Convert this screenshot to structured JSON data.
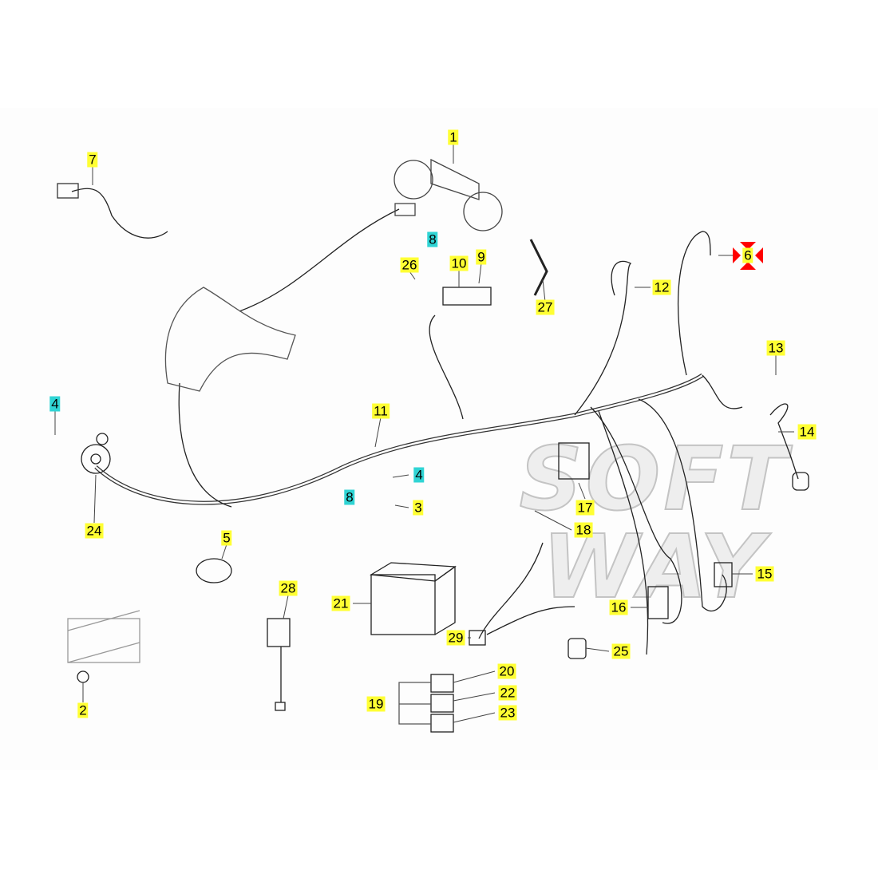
{
  "diagram": {
    "title": "Electrical system exploded parts diagram",
    "watermark": "SOFT WAY",
    "colors": {
      "label_yellow": "#ffff33",
      "label_cyan": "#2fd4d4",
      "marker_red": "#ff0000"
    },
    "labels": [
      {
        "id": "l1",
        "text": "1",
        "style": "yellow"
      },
      {
        "id": "l7",
        "text": "7",
        "style": "yellow"
      },
      {
        "id": "l26",
        "text": "26",
        "style": "yellow"
      },
      {
        "id": "l8a",
        "text": "8",
        "style": "cyan"
      },
      {
        "id": "l10",
        "text": "10",
        "style": "yellow"
      },
      {
        "id": "l9",
        "text": "9",
        "style": "yellow"
      },
      {
        "id": "l27",
        "text": "27",
        "style": "yellow"
      },
      {
        "id": "l12",
        "text": "12",
        "style": "yellow"
      },
      {
        "id": "l6",
        "text": "6",
        "style": "yellow",
        "selected": true
      },
      {
        "id": "l13",
        "text": "13",
        "style": "yellow"
      },
      {
        "id": "l14",
        "text": "14",
        "style": "yellow"
      },
      {
        "id": "l4a",
        "text": "4",
        "style": "cyan"
      },
      {
        "id": "l11",
        "text": "11",
        "style": "yellow"
      },
      {
        "id": "l4b",
        "text": "4",
        "style": "cyan"
      },
      {
        "id": "l8b",
        "text": "8",
        "style": "cyan"
      },
      {
        "id": "l3",
        "text": "3",
        "style": "yellow"
      },
      {
        "id": "l17",
        "text": "17",
        "style": "yellow"
      },
      {
        "id": "l18",
        "text": "18",
        "style": "yellow"
      },
      {
        "id": "l24",
        "text": "24",
        "style": "yellow"
      },
      {
        "id": "l5",
        "text": "5",
        "style": "yellow"
      },
      {
        "id": "l28",
        "text": "28",
        "style": "yellow"
      },
      {
        "id": "l21",
        "text": "21",
        "style": "yellow"
      },
      {
        "id": "l15",
        "text": "15",
        "style": "yellow"
      },
      {
        "id": "l16",
        "text": "16",
        "style": "yellow"
      },
      {
        "id": "l29",
        "text": "29",
        "style": "yellow"
      },
      {
        "id": "l25",
        "text": "25",
        "style": "yellow"
      },
      {
        "id": "l20",
        "text": "20",
        "style": "yellow"
      },
      {
        "id": "l22",
        "text": "22",
        "style": "yellow"
      },
      {
        "id": "l19",
        "text": "19",
        "style": "yellow"
      },
      {
        "id": "l23",
        "text": "23",
        "style": "yellow"
      },
      {
        "id": "l2",
        "text": "2",
        "style": "yellow"
      }
    ]
  }
}
